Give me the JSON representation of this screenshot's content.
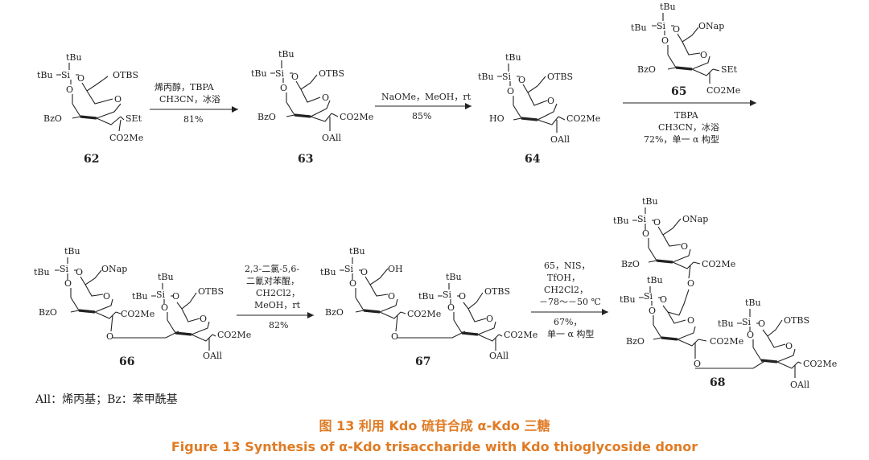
{
  "compounds": [
    {
      "id": "c62",
      "number": "62",
      "labels": {
        "si": "Si",
        "tbu1": "tBu",
        "tbu2": "tBu",
        "o1": "O",
        "o2": "O",
        "otbs": "OTBS",
        "ring_o": "O",
        "bzo": "BzO",
        "set": "SEt",
        "co2me": "CO2Me"
      }
    },
    {
      "id": "c63",
      "number": "63",
      "labels": {
        "si": "Si",
        "tbu1": "tBu",
        "tbu2": "tBu",
        "o1": "O",
        "o2": "O",
        "otbs": "OTBS",
        "ring_o": "O",
        "bzo": "BzO",
        "co2me": "CO2Me",
        "oall": "OAll"
      }
    },
    {
      "id": "c64",
      "number": "64",
      "labels": {
        "si": "Si",
        "tbu1": "tBu",
        "tbu2": "tBu",
        "o1": "O",
        "o2": "O",
        "otbs": "OTBS",
        "ring_o": "O",
        "ho": "HO",
        "co2me": "CO2Me",
        "oall": "OAll"
      }
    },
    {
      "id": "c65",
      "number": "65",
      "labels": {
        "si": "Si",
        "tbu1": "tBu",
        "tbu2": "tBu",
        "o1": "O",
        "o2": "O",
        "onap": "ONap",
        "ring_o": "O",
        "bzo": "BzO",
        "set": "SEt",
        "co2me": "CO2Me"
      }
    },
    {
      "id": "c66",
      "number": "66",
      "labels": {
        "si_a": "Si",
        "tbu_a1": "tBu",
        "tbu_a2": "tBu",
        "o_a1": "O",
        "o_a2": "O",
        "onap": "ONap",
        "ring_oa": "O",
        "bzo": "BzO",
        "co2me_a": "CO2Me",
        "link_o": "O",
        "si_b": "Si",
        "tbu_b1": "tBu",
        "tbu_b2": "tBu",
        "o_b1": "O",
        "o_b2": "O",
        "otbs": "OTBS",
        "ring_ob": "O",
        "co2me_b": "CO2Me",
        "oall": "OAll"
      }
    },
    {
      "id": "c67",
      "number": "67",
      "labels": {
        "si_a": "Si",
        "tbu_a1": "tBu",
        "tbu_a2": "tBu",
        "o_a1": "O",
        "o_a2": "O",
        "oh": "OH",
        "ring_oa": "O",
        "bzo": "BzO",
        "co2me_a": "CO2Me",
        "link_o": "O",
        "si_b": "Si",
        "tbu_b1": "tBu",
        "tbu_b2": "tBu",
        "o_b1": "O",
        "o_b2": "O",
        "otbs": "OTBS",
        "ring_ob": "O",
        "co2me_b": "CO2Me",
        "oall": "OAll"
      }
    },
    {
      "id": "c68",
      "number": "68",
      "labels": {
        "si_a": "Si",
        "tbu_a1": "tBu",
        "tbu_a2": "tBu",
        "o_a1": "O",
        "o_a2": "O",
        "onap": "ONap",
        "ring_oa": "O",
        "bzo_a": "BzO",
        "co2me_a": "CO2Me",
        "link_o1": "O",
        "si_b": "Si",
        "tbu_b1": "tBu",
        "tbu_b2": "tBu",
        "o_b1": "O",
        "o_b2": "O",
        "ring_ob": "O",
        "bzo_b": "BzO",
        "co2me_b": "CO2Me",
        "link_o2": "O",
        "si_c": "Si",
        "tbu_c1": "tBu",
        "tbu_c2": "tBu",
        "o_c1": "O",
        "o_c2": "O",
        "otbs": "OTBS",
        "ring_oc": "O",
        "co2me_c": "CO2Me",
        "oall": "OAll"
      }
    }
  ],
  "arrows": [
    {
      "id": "a1",
      "above": [
        "烯丙醇，TBPA",
        "CH3CN，冰浴"
      ],
      "below": [
        "81%"
      ]
    },
    {
      "id": "a2",
      "above": [
        "NaOMe，MeOH，rt"
      ],
      "below": [
        "85%"
      ]
    },
    {
      "id": "a3",
      "above_ref": "65",
      "below": [
        "TBPA",
        "CH3CN，冰浴",
        "72%，单一 α 构型"
      ]
    },
    {
      "id": "a4",
      "above": [
        "2,3-二氯-5,6-",
        "二氰对苯醌，",
        "CH2Cl2，",
        "MeOH，rt"
      ],
      "below": [
        "82%"
      ]
    },
    {
      "id": "a5",
      "above": [
        "65，NIS，",
        "TfOH，",
        "CH2Cl2，",
        "－78～－50 ℃"
      ],
      "below": [
        "67%，",
        "单一 α 构型"
      ]
    }
  ],
  "footnote": "All：烯丙基；Bz：苯甲酰基",
  "caption_zh": "图 13  利用 Kdo 硫苷合成 α-Kdo 三糖",
  "caption_en": "Figure 13  Synthesis of α-Kdo trisaccharide with Kdo thioglycoside donor",
  "colors": {
    "caption": "#e07b24",
    "ink": "#222222"
  }
}
